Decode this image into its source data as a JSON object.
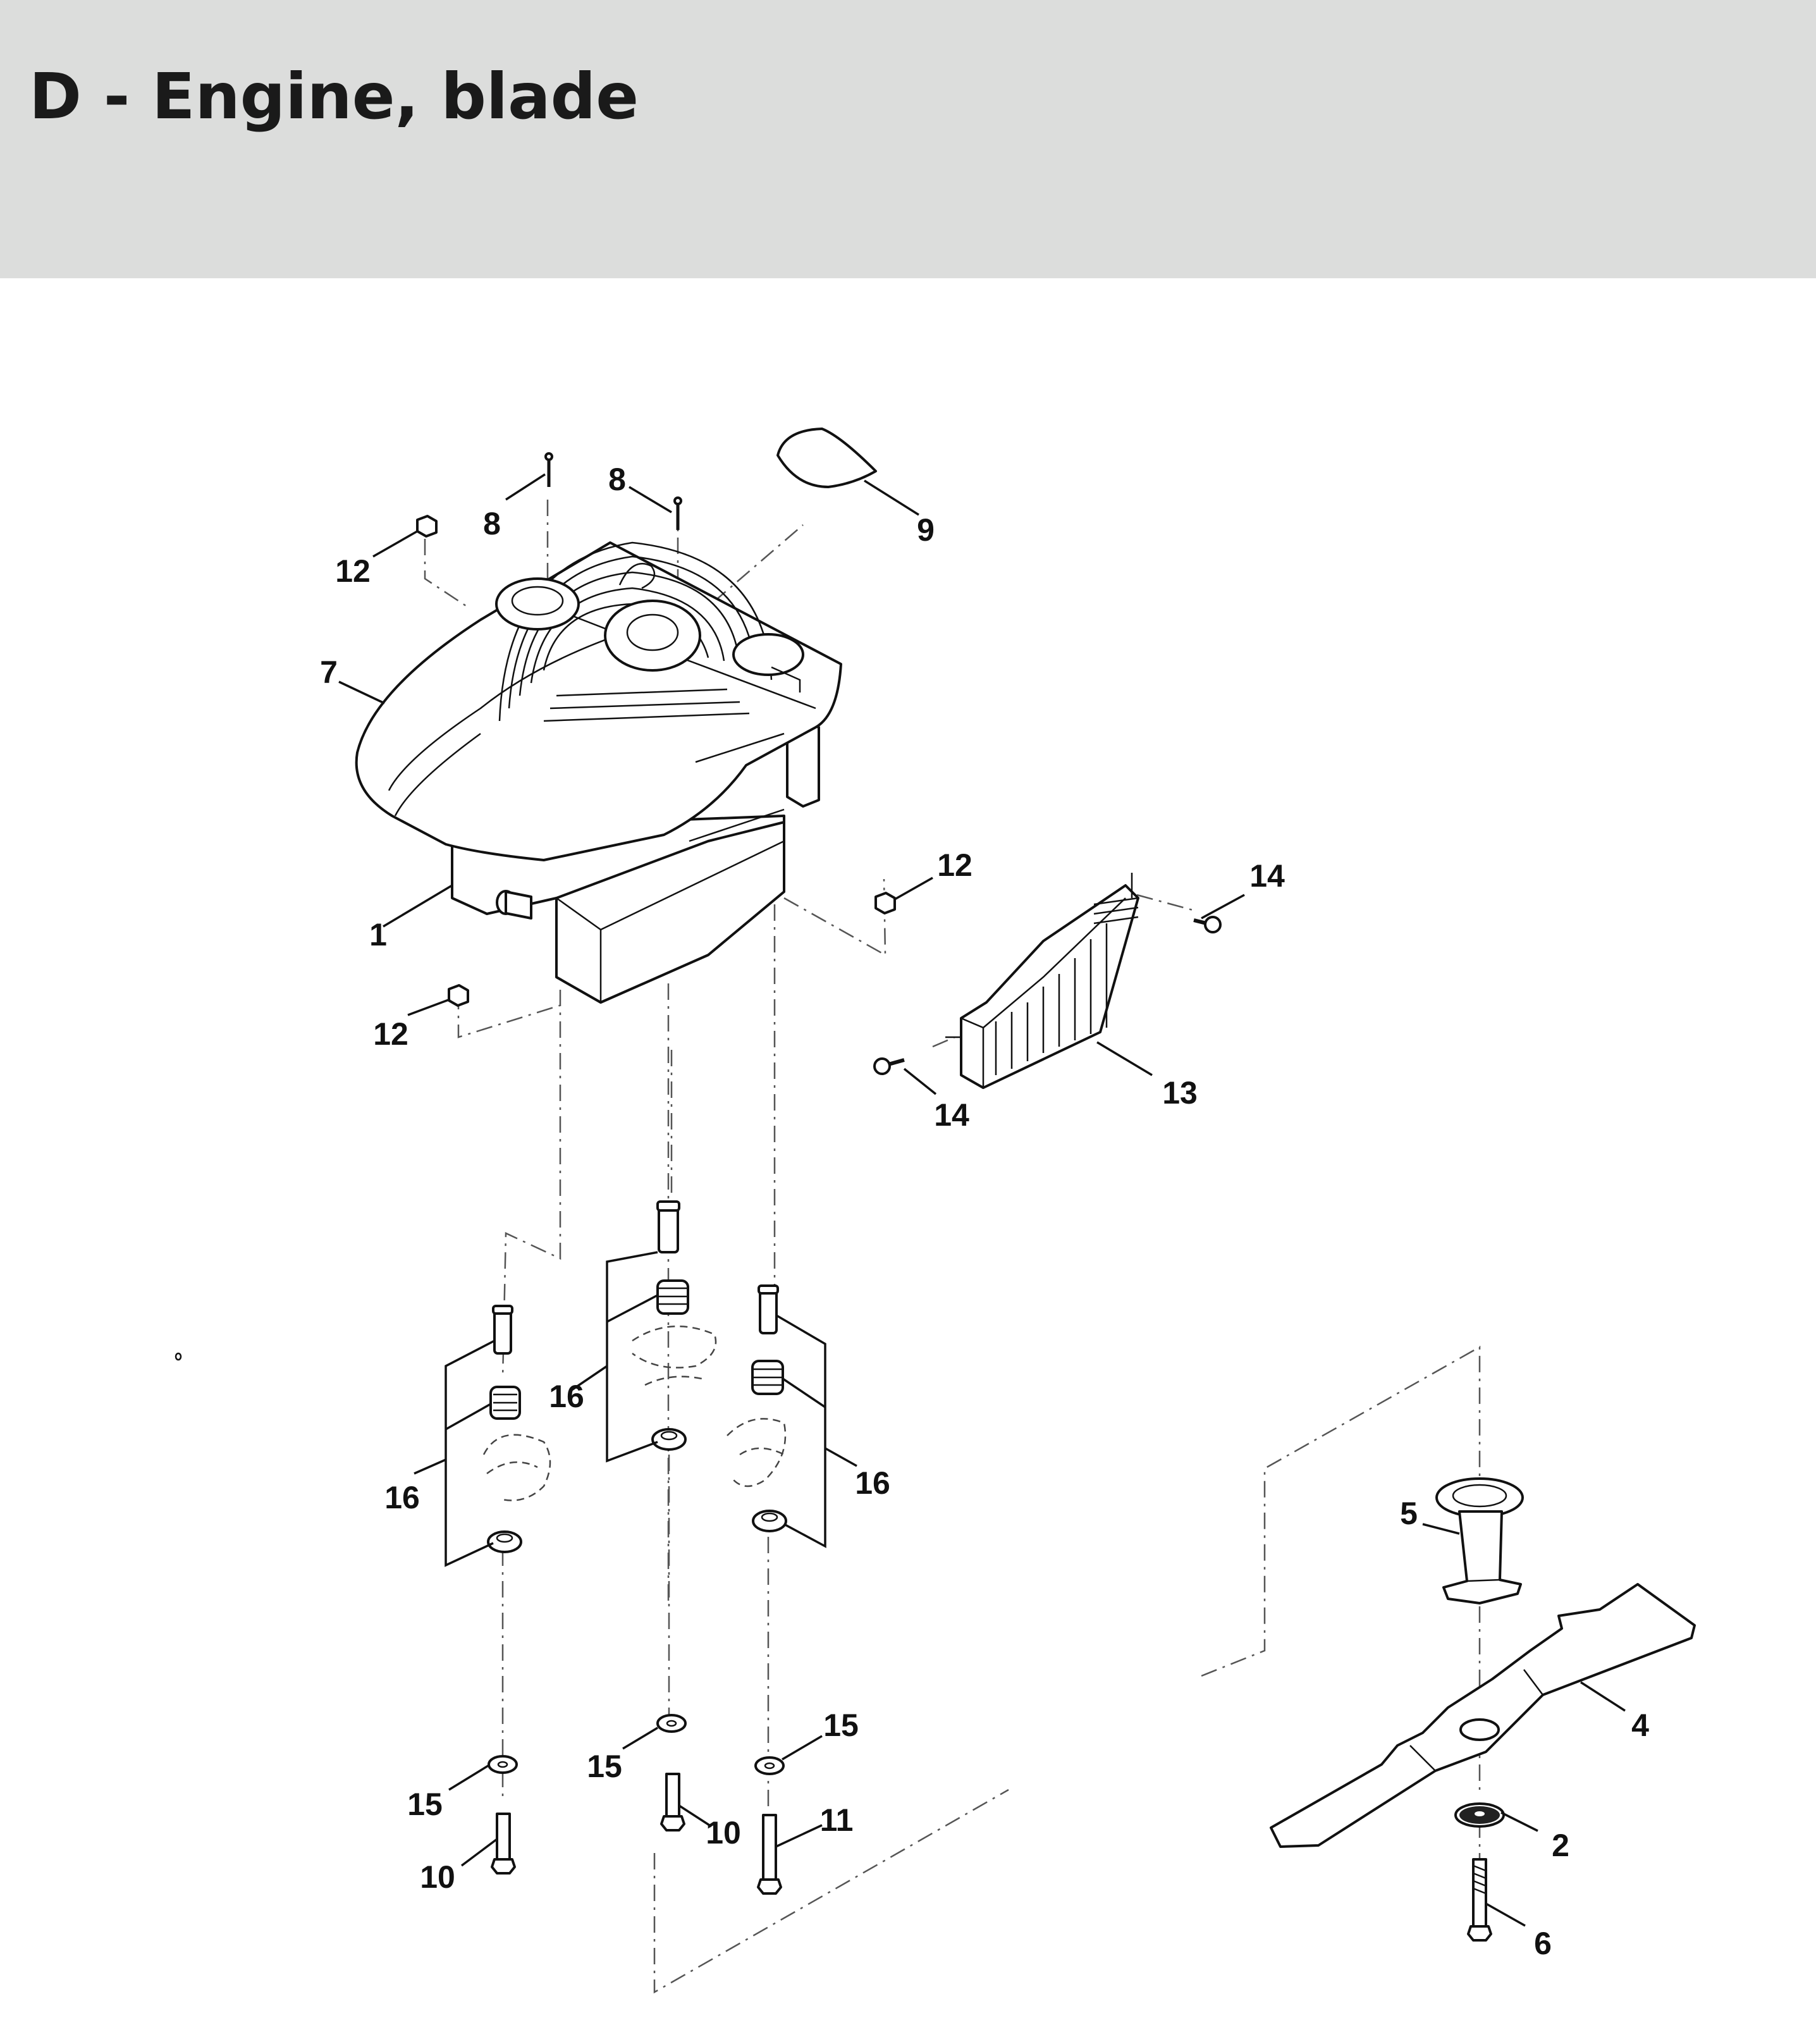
{
  "header": {
    "title": "D - Engine, blade"
  },
  "callouts": [
    {
      "id": "c1",
      "label": "1"
    },
    {
      "id": "c2",
      "label": "2"
    },
    {
      "id": "c4",
      "label": "4"
    },
    {
      "id": "c5",
      "label": "5"
    },
    {
      "id": "c6",
      "label": "6"
    },
    {
      "id": "c7",
      "label": "7"
    },
    {
      "id": "c8a",
      "label": "8"
    },
    {
      "id": "c8b",
      "label": "8"
    },
    {
      "id": "c9",
      "label": "9"
    },
    {
      "id": "c10a",
      "label": "10"
    },
    {
      "id": "c10b",
      "label": "10"
    },
    {
      "id": "c11",
      "label": "11"
    },
    {
      "id": "c12a",
      "label": "12"
    },
    {
      "id": "c12b",
      "label": "12"
    },
    {
      "id": "c12c",
      "label": "12"
    },
    {
      "id": "c13",
      "label": "13"
    },
    {
      "id": "c14a",
      "label": "14"
    },
    {
      "id": "c14b",
      "label": "14"
    },
    {
      "id": "c15a",
      "label": "15"
    },
    {
      "id": "c15b",
      "label": "15"
    },
    {
      "id": "c15c",
      "label": "15"
    },
    {
      "id": "c16a",
      "label": "16"
    },
    {
      "id": "c16b",
      "label": "16"
    },
    {
      "id": "c16c",
      "label": "16"
    }
  ]
}
